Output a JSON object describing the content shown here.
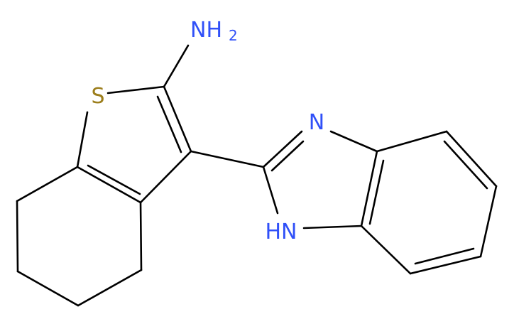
{
  "molecule": {
    "labels": {
      "amine_main": "NH",
      "amine_sub": "2",
      "sulfur": "S",
      "imine_n": "N",
      "pyrrole_nh": "HN"
    },
    "colors": {
      "bond": "#000000",
      "nitrogen": "#3050F8",
      "sulfur": "#9C7E1C",
      "background": "#FFFFFF"
    }
  }
}
